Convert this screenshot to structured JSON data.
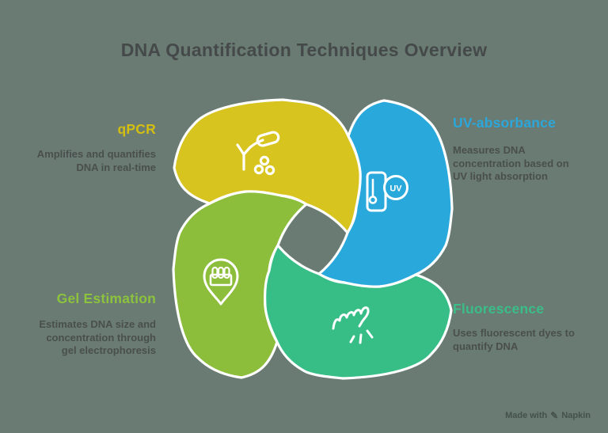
{
  "background_color": "#697B72",
  "title": "DNA Quantification Techniques Overview",
  "techniques": [
    {
      "id": "qpcr",
      "label": "qPCR",
      "description": "Amplifies and quantifies DNA in real-time",
      "accent_color": "#D4BE12",
      "blade_color": "#D8C41F",
      "icon": "pipette-icon"
    },
    {
      "id": "uv-absorbance",
      "label": "UV-absorbance",
      "description": "Measures DNA concentration based on UV light absorption",
      "accent_color": "#2BA7DB",
      "blade_color": "#29A8DC",
      "icon": "uv-meter-icon",
      "icon_label": "UV"
    },
    {
      "id": "gel-estimation",
      "label": "Gel Estimation",
      "description": "Estimates DNA size and concentration through gel electrophoresis",
      "accent_color": "#8CC23D",
      "blade_color": "#8CBD3B",
      "icon": "gel-rack-pin-icon"
    },
    {
      "id": "fluorescence",
      "label": "Fluorescence",
      "description": "Uses fluorescent dyes to quantify DNA",
      "accent_color": "#3ABD88",
      "blade_color": "#36BE86",
      "icon": "pointing-hand-icon"
    }
  ],
  "watermark": {
    "prefix": "Made with",
    "brand": "Napkin"
  }
}
